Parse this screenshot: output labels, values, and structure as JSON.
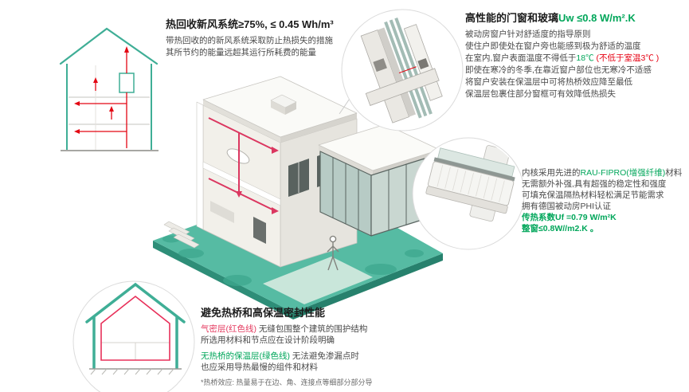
{
  "colors": {
    "accent_green": "#00A65A",
    "teal": "#4FB8A0",
    "red": "#E60012",
    "pink_red": "#E43A5F",
    "duct_red": "#DB3760"
  },
  "top_left": {
    "title": "热回收新风系统≥75%, ≤ 0.45 Wh/m³",
    "desc1": "带热回收的的新风系统采取防止热损失的措施",
    "desc2": "其所节约的能量远超其运行所耗费的能量"
  },
  "top_right": {
    "title_black": "高性能的门窗和玻璃",
    "title_green": "Uw ≤0.8 W/m².K",
    "line1": "被动房窗户针对舒适度的指导原则",
    "line2": "使住户即使处在窗户旁也能感到极为舒适的温度",
    "line3_pre": "在室内,窗户表面温度不得低于",
    "line3_green": "18℃",
    "line3_red": " (不低于室温3℃ )",
    "line4": "即使在寒冷的冬季,在靠近窗户部位也无寒冷不适感",
    "line5": "将窗户安装在保温层中可将热桥效应降至最低",
    "line6": "保温层包裹住部分窗框可有效降低热损失"
  },
  "mid_right": {
    "line1_pre": "内核采用先进的",
    "line1_green": "RAU-FIPRO(增强纤维)",
    "line1_post": "材料",
    "line2": "无需额外补强,具有超强的稳定性和强度",
    "line3": "可填充保温隔热材料轻松满足节能需求",
    "line4": "拥有德国被动房PHI认证",
    "line5": "传热系数Uf =0.79 W/m²K",
    "line6": "整窗≤0.8W//m2.K 。"
  },
  "bottom": {
    "title": "避免热桥和高保温密封性能",
    "line1_red": "气密层(红色线)",
    "line1_rest": " 无缝包围整个建筑的围护结构",
    "line2": "所选用材料和节点应在设计阶段明确",
    "line3_green": "无热桥的保温层(绿色线)",
    "line3_rest": " 无法避免渗漏点时",
    "line4": "也应采用导热最慢的组件和材料",
    "footnote": "*热桥效应: 热量易于在边、角、连接点等细部分部分导"
  }
}
